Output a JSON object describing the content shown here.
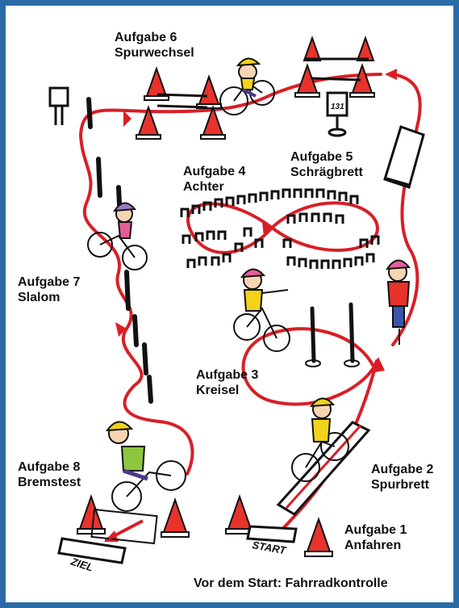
{
  "colors": {
    "border": "#2a6aa6",
    "path": "#d81f26",
    "cone": "#e8322c",
    "helmet": "#f2d21a",
    "pole": "#111111"
  },
  "stations": [
    {
      "title": "Aufgabe 1",
      "subtitle": "Anfahren"
    },
    {
      "title": "Aufgabe 2",
      "subtitle": "Spurbrett"
    },
    {
      "title": "Aufgabe 3",
      "subtitle": "Kreisel"
    },
    {
      "title": "Aufgabe 4",
      "subtitle": "Achter"
    },
    {
      "title": "Aufgabe 5",
      "subtitle": "Schrägbrett"
    },
    {
      "title": "Aufgabe 6",
      "subtitle": "Spurwechsel"
    },
    {
      "title": "Aufgabe 7",
      "subtitle": "Slalom"
    },
    {
      "title": "Aufgabe 8",
      "subtitle": "Bremstest"
    }
  ],
  "signs": {
    "start": "START",
    "finish": "ZIEL",
    "speed_sign": "131"
  },
  "footer": "Vor dem Start: Fahrradkontrolle"
}
